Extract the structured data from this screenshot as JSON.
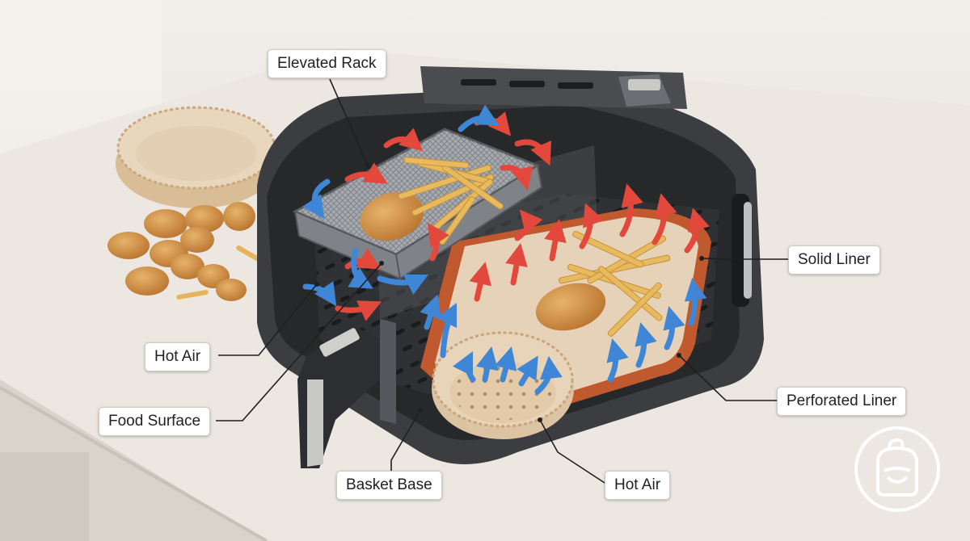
{
  "labels": {
    "elevated_rack": "Elevated Rack",
    "hot_air_left": "Hot Air",
    "food_surface": "Food Surface",
    "basket_base": "Basket Base",
    "hot_air_bottom": "Hot Air",
    "perforated_liner": "Perforated Liner",
    "solid_liner": "Solid Liner"
  },
  "colors": {
    "counter": "#ece7e1",
    "basket": "#3b3d40",
    "liner_border": "#c05a2e",
    "parchment": "#e6d2b9",
    "hot_air_red": "#e2483c",
    "hot_air_blue": "#3f87d6"
  },
  "icons": [
    "rack-icon",
    "nuggets-icon",
    "fries-icon",
    "paper-liner-icon",
    "logo-icon"
  ]
}
